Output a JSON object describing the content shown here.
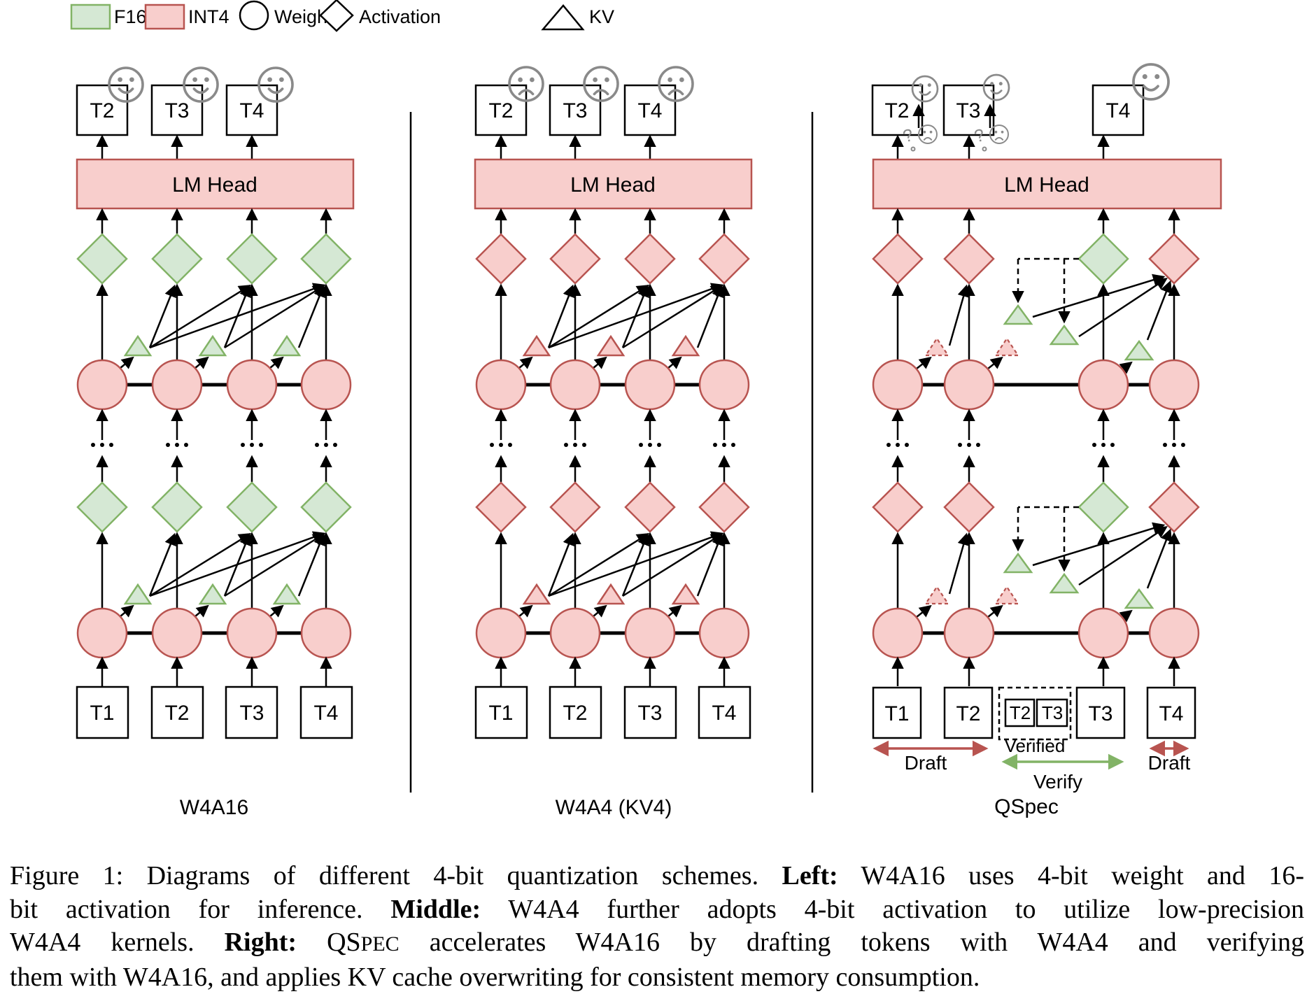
{
  "legend": {
    "f16_label": "F16",
    "int4_label": "INT4",
    "weight_label": "Weight",
    "activation_label": "Activation",
    "kv_label": "KV"
  },
  "colors": {
    "f16_green_fill": "#d5e8d4",
    "f16_green_stroke": "#82b366",
    "int4_red_fill": "#f8cecc",
    "int4_red_stroke": "#b85450",
    "face_gray": "#8a8a8a",
    "arrow_black": "#000000",
    "draft_arrow_red": "#b85450",
    "verify_arrow_green": "#82b366"
  },
  "left_diagram": {
    "title": "W4A16",
    "lm_head_label": "LM Head",
    "input_tokens": [
      "T1",
      "T2",
      "T3",
      "T4"
    ],
    "output_tokens": [
      "T2",
      "T3",
      "T4"
    ]
  },
  "middle_diagram": {
    "title": "W4A4 (KV4)",
    "lm_head_label": "LM Head",
    "input_tokens": [
      "T1",
      "T2",
      "T3",
      "T4"
    ],
    "output_tokens": [
      "T2",
      "T3",
      "T4"
    ]
  },
  "right_diagram": {
    "title": "QSpec",
    "lm_head_label": "LM Head",
    "input_tokens": [
      "T1",
      "T2",
      "T3",
      "T4"
    ],
    "output_tokens": [
      "T2",
      "T3",
      "T4"
    ],
    "verified_box_tokens": [
      "T2",
      "T3"
    ],
    "verified_label": "Verified",
    "draft_label_left": "Draft",
    "verify_label": "Verify",
    "draft_label_right": "Draft",
    "question_mark": "?"
  },
  "caption": {
    "line1_pre": "Figure 1: Diagrams of different 4-bit quantization schemes. ",
    "line1_bold": "Left:",
    "line1_post": " W4A16 uses 4-bit weight and 16-",
    "line2_pre": "bit activation for inference. ",
    "line2_bold": "Middle:",
    "line2_post": " W4A4 further adopts 4-bit activation to utilize low-precision",
    "line3_pre": "W4A4 kernels. ",
    "line3_bold": "Right:",
    "line3_qspec_large": " QS",
    "line3_qspec_small": "PEC",
    "line3_post": " accelerates W4A16 by drafting tokens with W4A4 and verifying",
    "line4": "them with W4A16, and applies KV cache overwriting for consistent memory consumption."
  }
}
